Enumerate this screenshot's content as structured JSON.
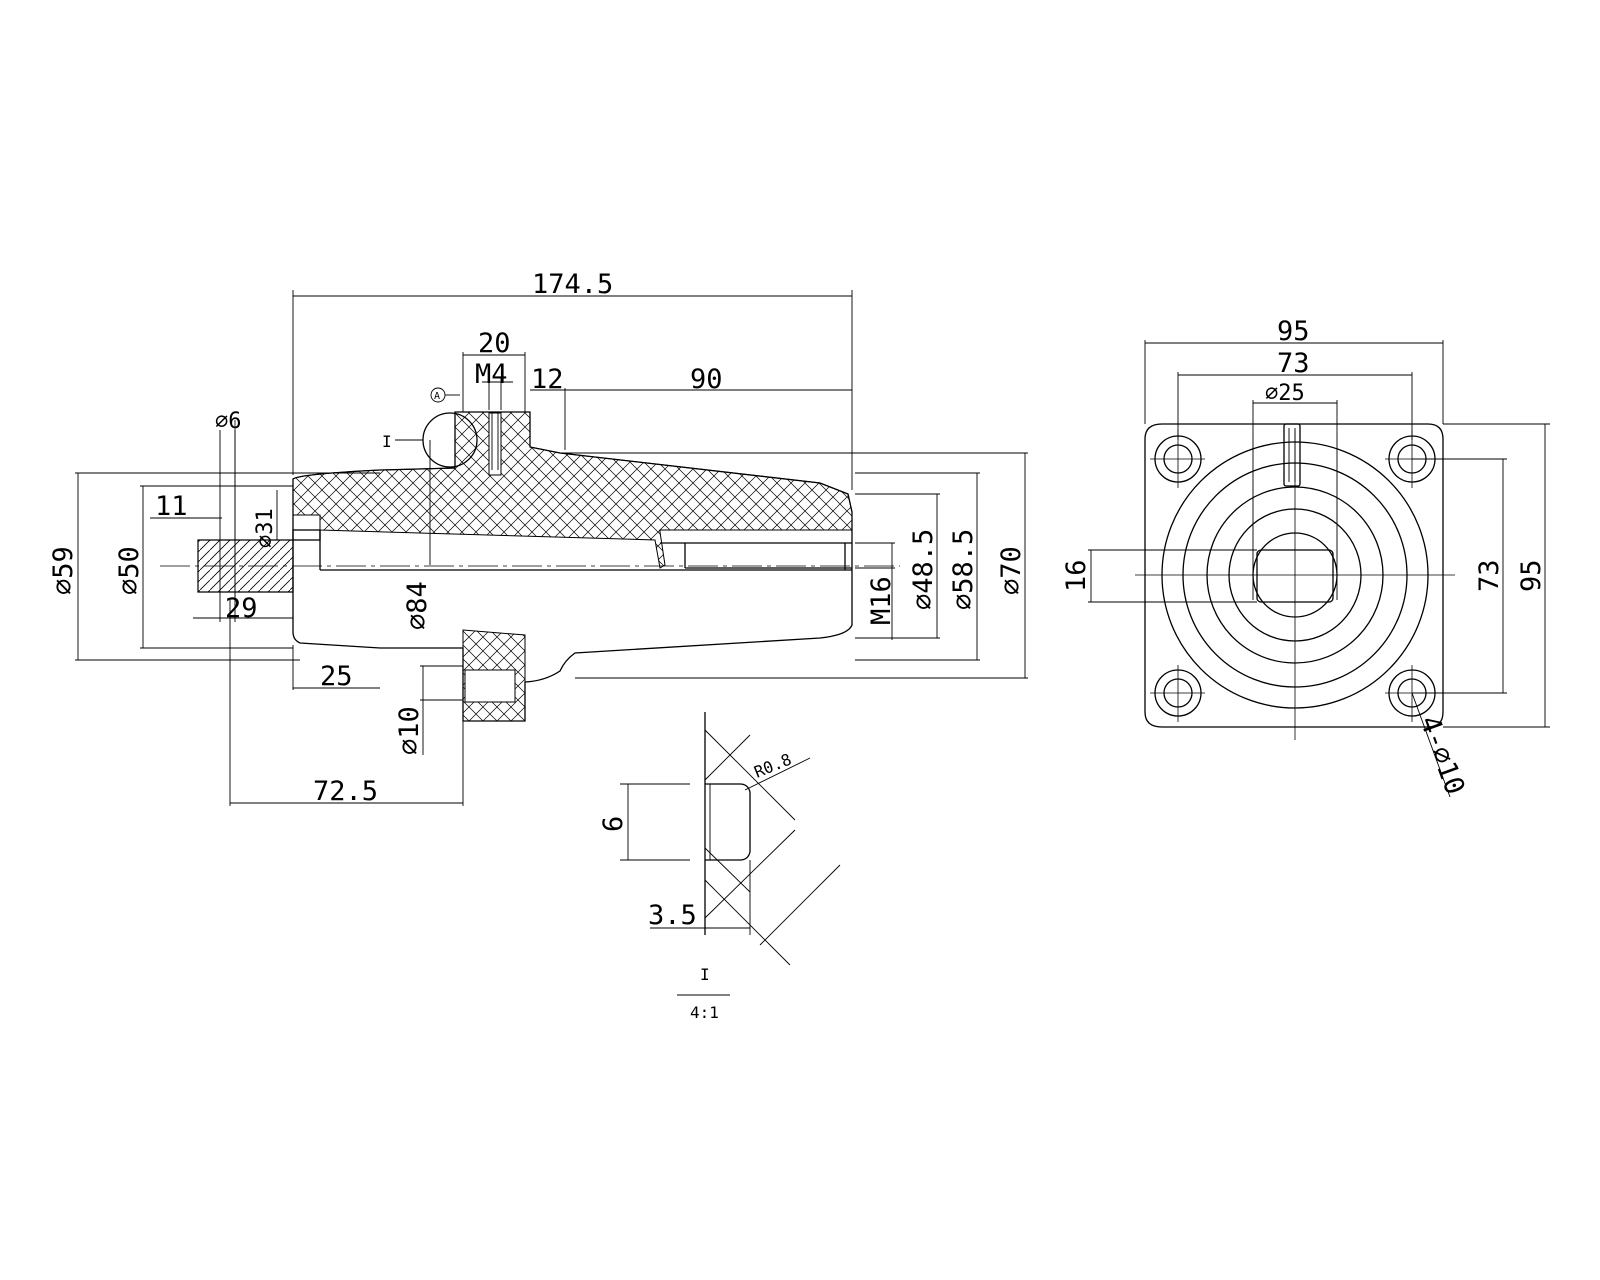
{
  "side_view": {
    "overall_length": "174.5",
    "boss_width": "20",
    "thread_side": "M4",
    "collar": "12",
    "taper_length": "90",
    "dia_pin": "⌀6",
    "dia_shaft": "⌀31",
    "dim_11": "11",
    "dim_29": "29",
    "dim_25": "25",
    "dim_72_5": "72.5",
    "dia_59": "⌀59",
    "dia_50": "⌀50",
    "dia_84": "⌀84",
    "dia_10": "⌀10",
    "thread_bore": "M16",
    "dia_48_5": "⌀48.5",
    "dia_58_5": "⌀58.5",
    "dia_70": "⌀70",
    "detail_marker": "I",
    "datum": "A"
  },
  "front_view": {
    "width_95": "95",
    "hole_pitch_73": "73",
    "dia_25": "⌀25",
    "key_16": "16",
    "height_73": "73",
    "height_95": "95",
    "holes": "4-⌀10"
  },
  "detail_view": {
    "radius": "R0.8",
    "depth": "6",
    "width": "3.5",
    "label": "I",
    "scale": "4:1"
  }
}
